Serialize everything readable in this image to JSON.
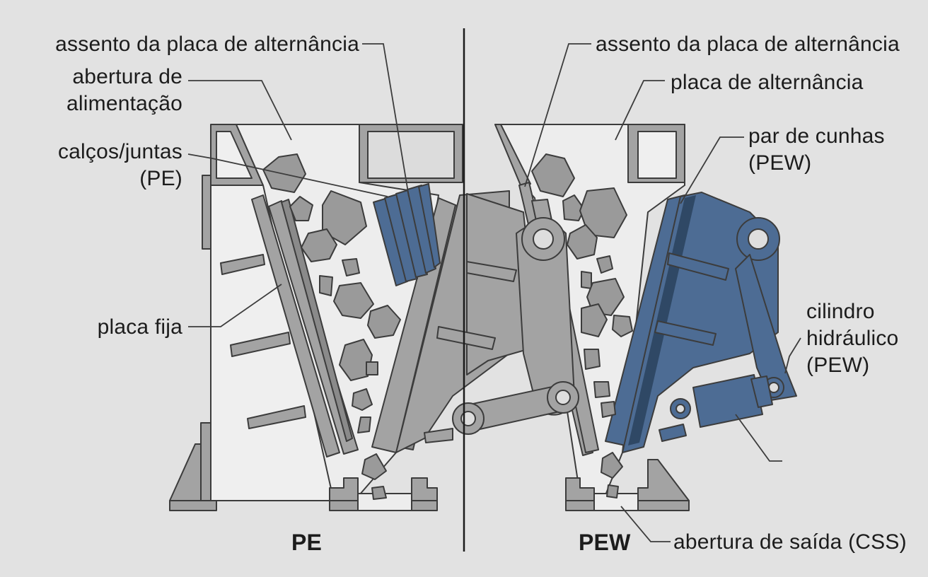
{
  "colors": {
    "background": "#e2e2e2",
    "frame_fill": "#efefef",
    "steel": "#a3a3a3",
    "outline": "#3c3c3c",
    "rock": "#9a9a9a",
    "blue": "#4d6c94",
    "blue_dark": "#2f4865"
  },
  "labels": {
    "pe": {
      "toggle_seat": "assento da placa de alternância",
      "feed_opening_line1": "abertura de",
      "feed_opening_line2": "alimentação",
      "shims_line1": "calços/juntas",
      "shims_line2": "(PE)",
      "fixed_plate": "placa fija",
      "model": "PE"
    },
    "pew": {
      "toggle_seat": "assento da placa de alternância",
      "toggle_plate": "placa de alternância",
      "wedges_line1": "par de cunhas",
      "wedges_line2": "(PEW)",
      "cylinder_line1": "cilindro",
      "cylinder_line2": "hidráulico",
      "cylinder_line3": "(PEW)",
      "discharge": "abertura de saída (CSS)",
      "model": "PEW"
    }
  }
}
